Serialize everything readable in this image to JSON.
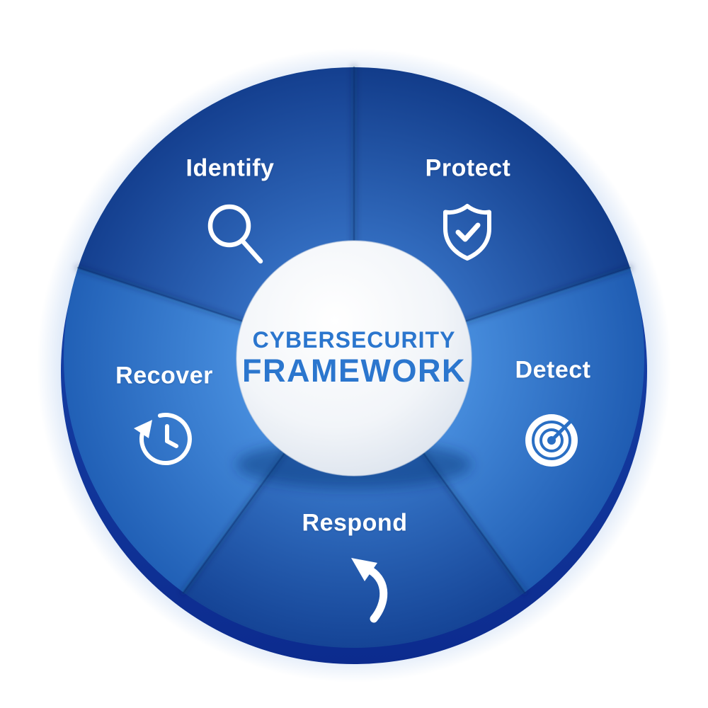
{
  "diagram_title": {
    "line1": "CYBERSECURITY",
    "line2": "FRAMEWORK"
  },
  "segments": [
    {
      "label": "Identify",
      "icon": "magnifier-icon",
      "color_inner": "#3a78cc",
      "color_outer": "#143f8f"
    },
    {
      "label": "Protect",
      "icon": "shield-check-icon",
      "color_inner": "#3a78cc",
      "color_outer": "#123c8a"
    },
    {
      "label": "Detect",
      "icon": "radar-icon",
      "color_inner": "#4f97e6",
      "color_outer": "#1f5cb2"
    },
    {
      "label": "Respond",
      "icon": "curved-arrow-icon",
      "color_inner": "#3f83d6",
      "color_outer": "#154496"
    },
    {
      "label": "Recover",
      "icon": "history-clock-icon",
      "color_inner": "#4f97e6",
      "color_outer": "#2160b6"
    }
  ],
  "colors": {
    "center_text": "#2b76ce",
    "depth_ring": "#0f339c",
    "outer_halo": "#cfdff5",
    "label_text": "#ffffff",
    "center_circle_top": "#ffffff",
    "center_circle_edge": "#d9e1ec"
  }
}
